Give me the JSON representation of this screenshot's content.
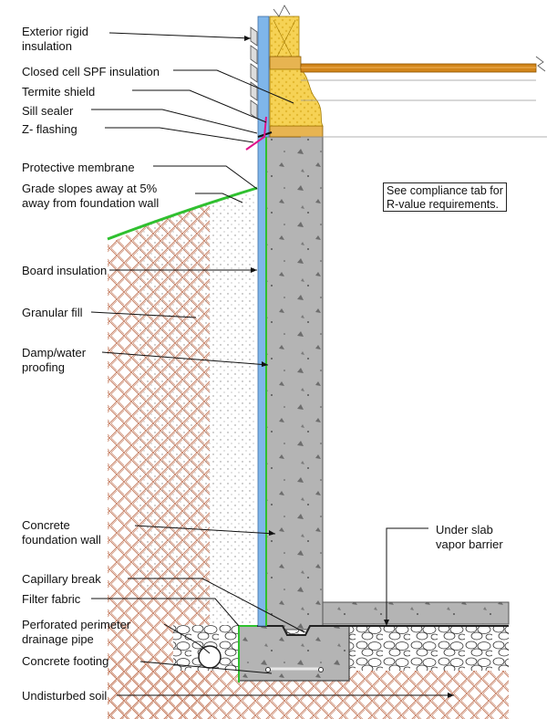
{
  "labels": {
    "exterior_rigid_insulation": "Exterior rigid\ninsulation",
    "closed_cell_spf": "Closed cell SPF insulation",
    "termite_shield": "Termite shield",
    "sill_sealer": "Sill sealer",
    "z_flashing": "Z- flashing",
    "protective_membrane": "Protective membrane",
    "grade_slopes": "Grade slopes away at 5%\naway from foundation wall",
    "board_insulation": "Board insulation",
    "granular_fill": "Granular fill",
    "damp_water_proofing": "Damp/water\nproofing",
    "concrete_foundation_wall": "Concrete\nfoundation wall",
    "capillary_break": "Capillary break",
    "filter_fabric": "Filter fabric",
    "perforated_pipe": "Perforated perimeter\ndrainage pipe",
    "concrete_footing": "Concrete footing",
    "undisturbed_soil": "Undisturbed soil",
    "under_slab_vapor_barrier": "Under slab\nvapor barrier"
  },
  "note": "See compliance tab for\nR-value requirements.",
  "colors": {
    "concrete": "#b4b4b4",
    "insulation": "#f6d255",
    "board_insulation": "#7fb6ea",
    "membrane_green": "#2fc02f",
    "soil_hatch": "#c9856a",
    "joist": "#d2861c",
    "flashing": "#e0118a"
  }
}
